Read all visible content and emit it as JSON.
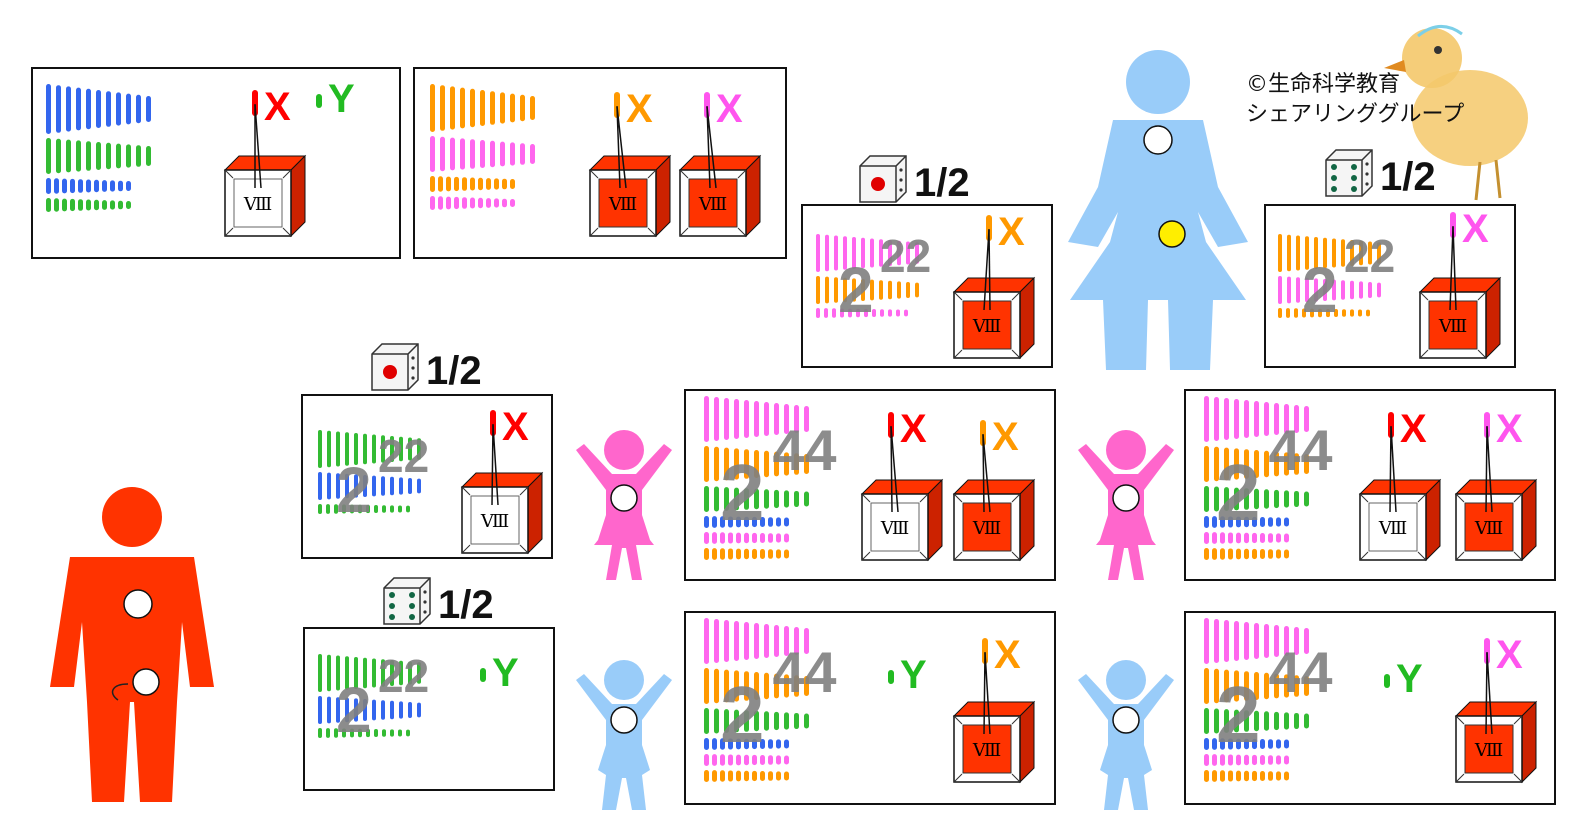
{
  "credit": {
    "line1": "©生命科学教育",
    "line2": "シェアリンググループ"
  },
  "colors": {
    "father": "#ff3300",
    "mother": "#99ccf9",
    "daughter": "#ff66cc",
    "son": "#99ccf9",
    "paternal_x": "#ff0000",
    "y": "#22bb22",
    "maternal_x1": "#ff9900",
    "maternal_x2": "#ff55ee",
    "father_autosome_a": "#3366ee",
    "father_autosome_b": "#33bb33",
    "mother_autosome_a": "#ff9900",
    "mother_autosome_b": "#ff66ee",
    "cube_red": "#ff3300",
    "cube_side": "#cc2200",
    "number_gray": "#808080",
    "yellow_marker": "#ffee00"
  },
  "labels": {
    "x": "X",
    "y": "Y",
    "roman": "Ⅷ",
    "probability": "1/2",
    "haploid_base": "2",
    "haploid_exp": "22",
    "diploid_base": "2",
    "diploid_exp": "44"
  },
  "icons": {
    "dice_one": "dice-one-icon",
    "dice_six": "dice-six-icon",
    "chick": "chick-illustration-icon"
  }
}
